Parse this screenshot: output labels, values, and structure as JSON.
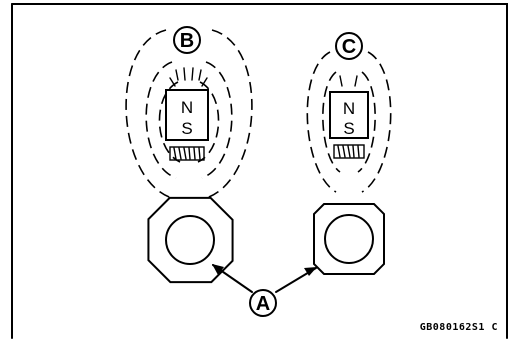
{
  "labels": {
    "callout_a": "A",
    "callout_b": "B",
    "callout_c": "C"
  },
  "magnet_b": {
    "north": "N",
    "south": "S"
  },
  "magnet_c": {
    "north": "N",
    "south": "S"
  },
  "figure_code": "GB080162S1  C"
}
